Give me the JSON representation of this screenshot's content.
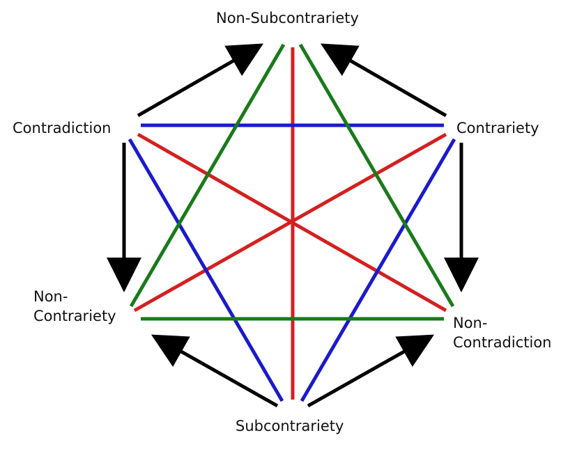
{
  "title": "Hexagon of Opposition",
  "nodes": {
    "top": "Non-Subcontrariety",
    "upper_left": "Contradiction",
    "upper_right": "Contrariety",
    "lower_left_line1": "Non-",
    "lower_left_line2": "Contrariety",
    "lower_right_line1": "Non-",
    "lower_right_line2": "Contradiction",
    "bottom": "Subcontrariety"
  },
  "colors": {
    "contradiction": "#d42020",
    "contrariety": "#1a1acc",
    "subalternation": "#1a7a1a",
    "implication_arrow": "#000000"
  }
}
